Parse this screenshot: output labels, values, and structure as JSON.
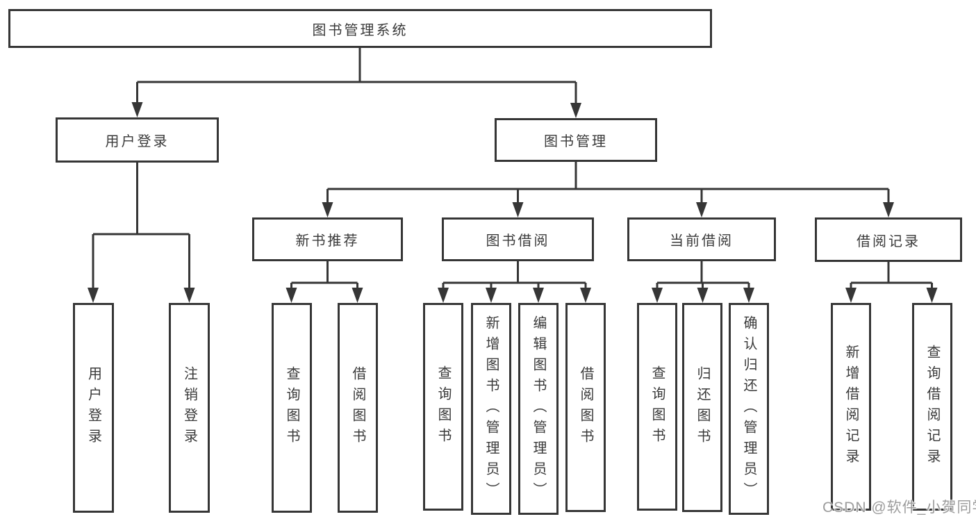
{
  "colors": {
    "line": "#363636",
    "text": "#3a3a3a",
    "watermark": "#9c9c9c",
    "bg": "#ffffff"
  },
  "nodes": {
    "root": {
      "label": "图书管理系统"
    },
    "user_login": {
      "label": "用户登录"
    },
    "book_mgmt": {
      "label": "图书管理"
    },
    "leaf_user_login": {
      "label": "用户登录"
    },
    "leaf_logout": {
      "label": "注销登录"
    },
    "new_book_rec": {
      "label": "新书推荐"
    },
    "book_borrow": {
      "label": "图书借阅"
    },
    "current_borrow": {
      "label": "当前借阅"
    },
    "borrow_record": {
      "label": "借阅记录"
    },
    "nbr_query_book": {
      "label": "查询图书"
    },
    "nbr_borrow_book": {
      "label": "借阅图书"
    },
    "bb_query_book": {
      "label": "查询图书"
    },
    "bb_add_book": {
      "label": "新增图书（管理员）"
    },
    "bb_edit_book": {
      "label": "编辑图书（管理员）"
    },
    "bb_borrow_book": {
      "label": "借阅图书"
    },
    "cb_query_book": {
      "label": "查询图书"
    },
    "cb_return_book": {
      "label": "归还图书"
    },
    "cb_confirm_return": {
      "label": "确认归还（管理员）"
    },
    "br_add_record": {
      "label": "新增借阅记录"
    },
    "br_query_record": {
      "label": "查询借阅记录"
    }
  },
  "watermark": {
    "text": "CSDN @软件_小贺同学"
  }
}
